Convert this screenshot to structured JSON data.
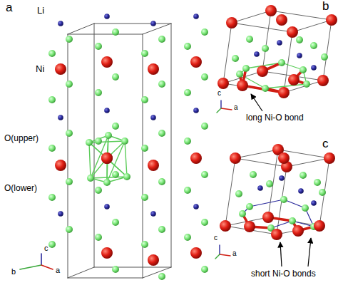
{
  "diagram": {
    "labels": [
      "a",
      "Li",
      "Ni",
      "O(upper)",
      "O(lower)",
      "c",
      "b",
      "a",
      "b",
      "c",
      "a",
      "long Ni-O bond",
      "c",
      "c",
      "a",
      "short Ni-O bonds"
    ]
  }
}
